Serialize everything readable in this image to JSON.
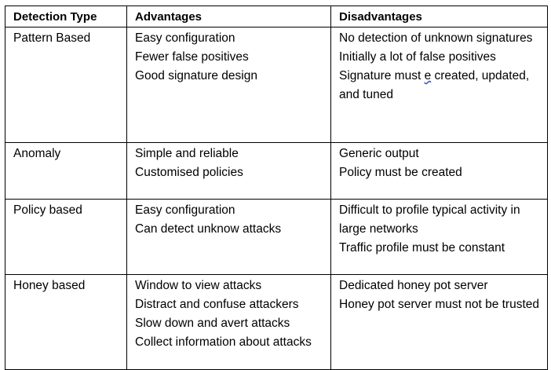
{
  "headers": [
    "Detection Type",
    "Advantages",
    "Disadvantages"
  ],
  "rows": [
    {
      "type": "Pattern Based",
      "advantages": [
        "Easy configuration",
        "Fewer false positives",
        "Good signature design"
      ],
      "disadvantages": [
        "No detection of unknown signatures",
        "Initially a lot of false positives",
        {
          "before": "Signature must ",
          "marked": "e",
          "after": " created, updated, and tuned"
        }
      ]
    },
    {
      "type": "Anomaly",
      "advantages": [
        "Simple and reliable",
        "Customised policies"
      ],
      "disadvantages": [
        "Generic output",
        "Policy must be created"
      ]
    },
    {
      "type": "Policy based",
      "advantages": [
        "Easy configuration",
        "Can detect unknow attacks"
      ],
      "disadvantages": [
        "Difficult to profile typical activity in large networks",
        "Traffic profile must be constant"
      ]
    },
    {
      "type": "Honey based",
      "advantages": [
        "Window to view attacks",
        "Distract and confuse attackers",
        "Slow down and avert attacks",
        "Collect information about attacks"
      ],
      "disadvantages": [
        "Dedicated honey pot server",
        "Honey pot server must not be trusted"
      ]
    }
  ]
}
